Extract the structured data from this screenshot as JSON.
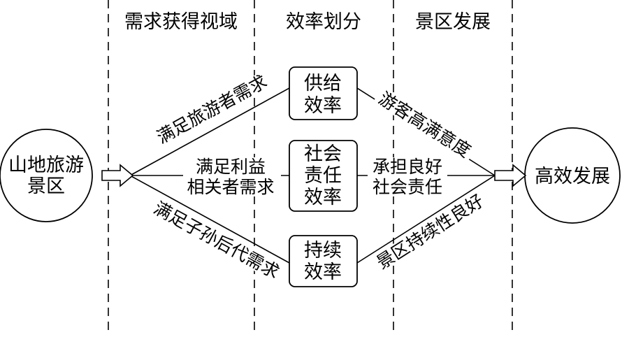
{
  "headers": {
    "needs": "需求获得视域",
    "efficiency": "效率划分",
    "development": "景区发展"
  },
  "start_node": {
    "line1": "山地旅游",
    "line2": "景区"
  },
  "end_node": {
    "label": "高效发展"
  },
  "boxes": {
    "supply": {
      "line1": "供给",
      "line2": "效率"
    },
    "social": {
      "line1": "社会",
      "line2": "责任",
      "line3": "效率"
    },
    "sustain": {
      "line1": "持续",
      "line2": "效率"
    }
  },
  "edge_labels": {
    "left_top": "满足旅游者需求",
    "left_mid_1": "满足利益",
    "left_mid_2": "相关者需求",
    "left_bottom": "满足子孙后代需求",
    "right_top": "游客高满意度",
    "right_mid_1": "承担良好",
    "right_mid_2": "社会责任",
    "right_bottom": "景区持续性良好"
  }
}
